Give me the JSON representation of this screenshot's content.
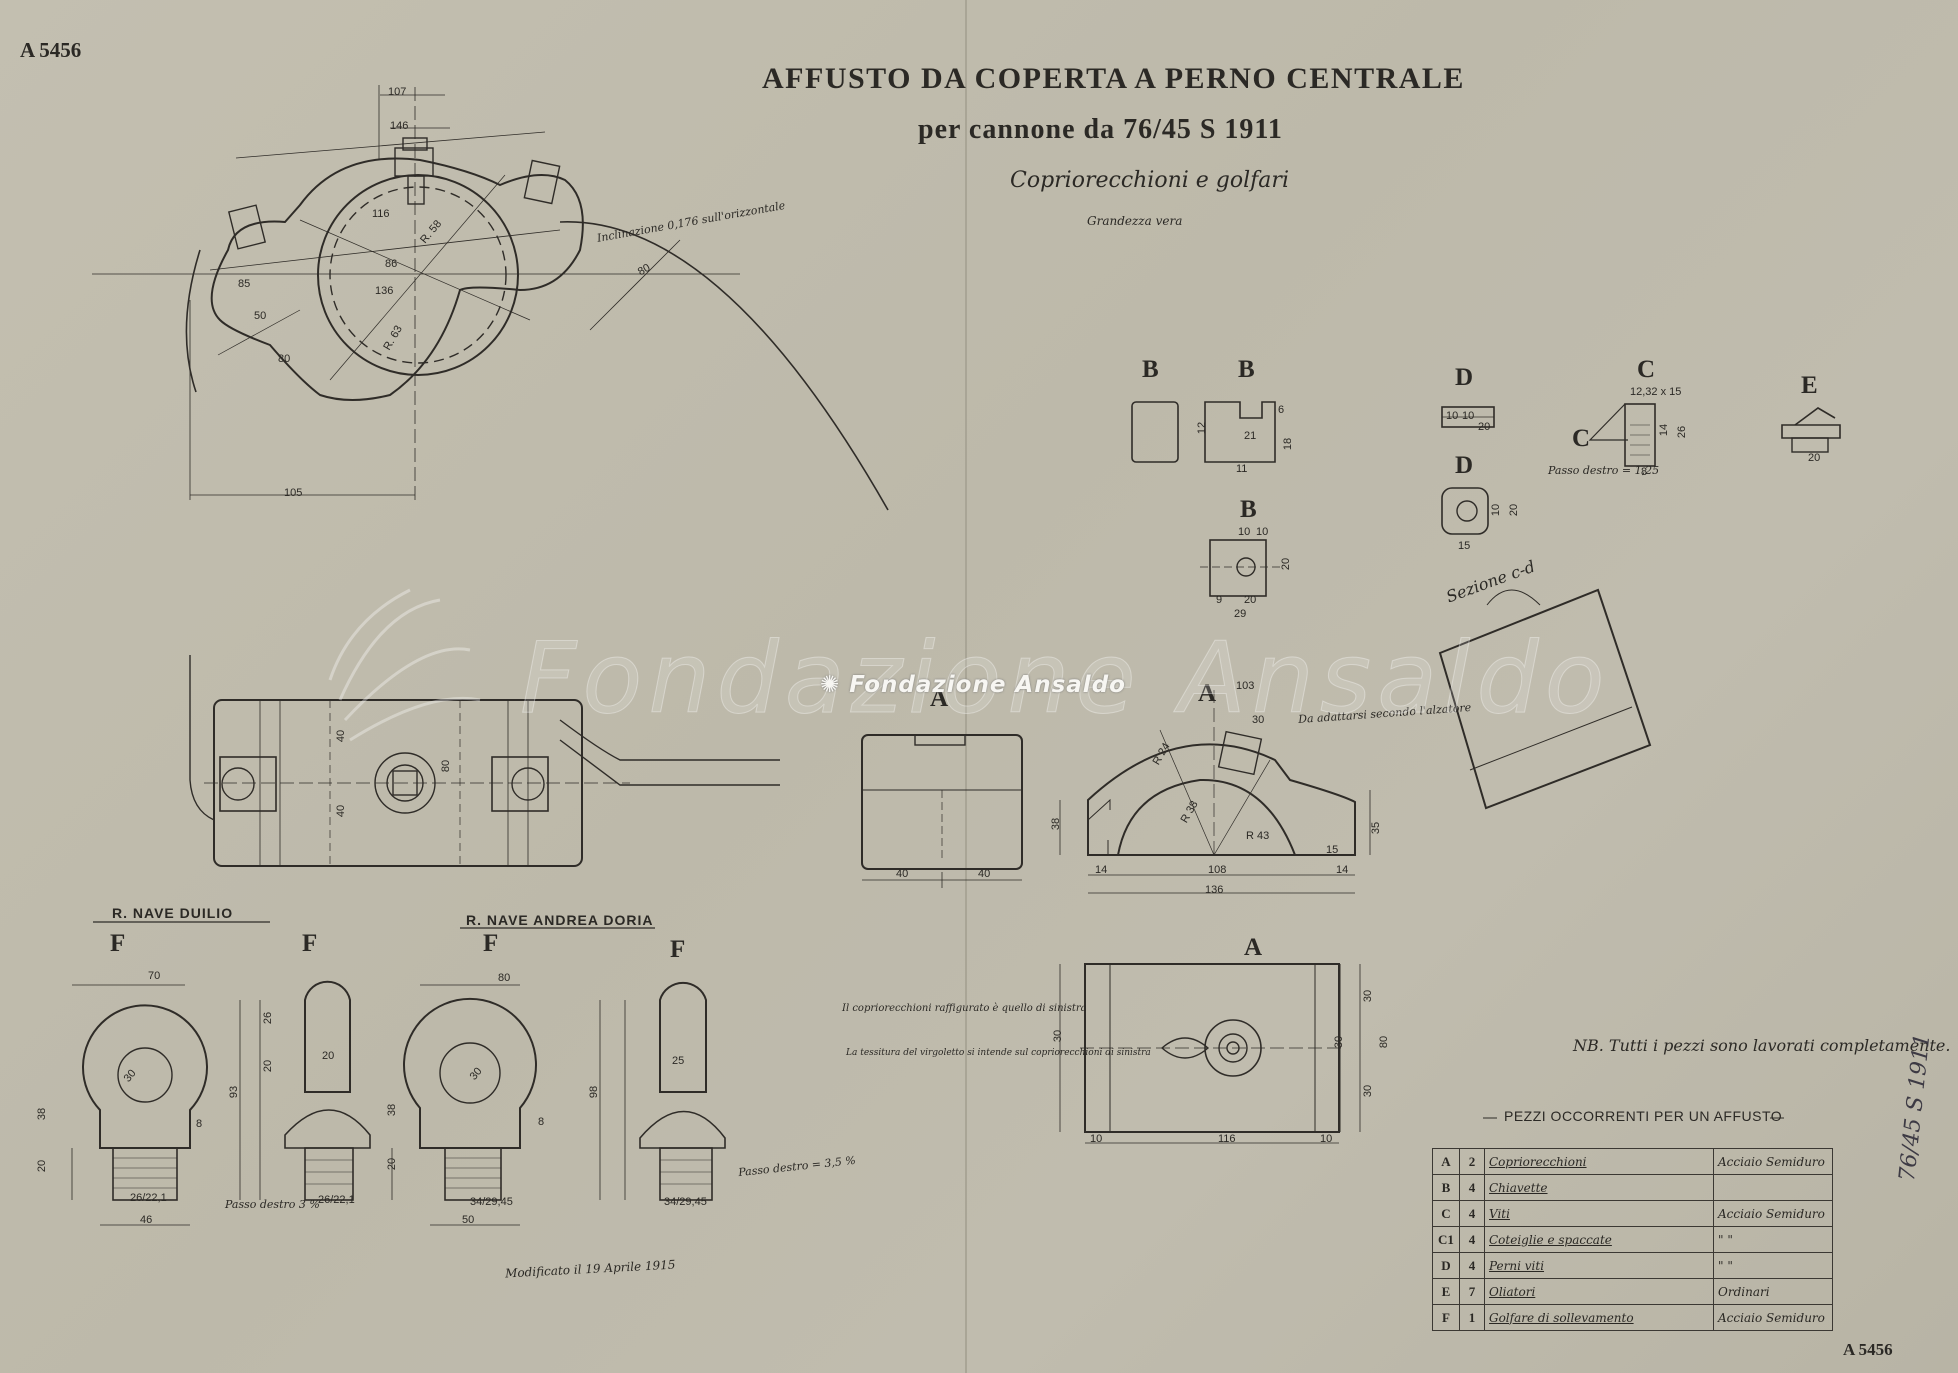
{
  "sheet": {
    "id_top": "A 5456",
    "id_bottom": "A 5456",
    "title": "AFFUSTO DA  COPERTA A PERNO CENTRALE",
    "subtitle_line": "per cannone  da  76/45  S 1911",
    "section_title": "Copriorecchioni e golfari",
    "scale_note": "Grandezza vera"
  },
  "watermark": {
    "label": "Fondazione Ansaldo"
  },
  "views": {
    "b1": "B",
    "b2": "B",
    "b3": "B",
    "d1": "D",
    "d2": "D",
    "c": "C",
    "c1": "C",
    "e": "E",
    "a1": "A",
    "a2": "A",
    "a3": "A",
    "f1": "F",
    "f2": "F",
    "f3": "F",
    "f4": "F",
    "section_cd": "Sezione c-d"
  },
  "ships": {
    "duilio": "R. NAVE  DUILIO",
    "doria": "R. NAVE  ANDREA  DORIA"
  },
  "dimensions": {
    "top": [
      "107",
      "146",
      "116",
      "R. 58",
      "86",
      "136",
      "R. 63",
      "85",
      "50",
      "80",
      "105",
      "80"
    ],
    "incline": "Inclinazione 0,176 sull'orizzontale",
    "plan": [
      "40",
      "40",
      "80"
    ],
    "a_front": [
      "40",
      "40"
    ],
    "a_section": [
      "103",
      "30",
      "R 24",
      "R 38",
      "R 43",
      "38",
      "35",
      "15",
      "14",
      "108",
      "14",
      "136"
    ],
    "a_plan": [
      "30",
      "30",
      "80",
      "10",
      "116",
      "10",
      "30",
      "30"
    ],
    "b_views": [
      "12",
      "21",
      "6",
      "18",
      "11",
      "10",
      "10",
      "20",
      "9",
      "20",
      "29"
    ],
    "d_views": [
      "10",
      "10",
      "20",
      "10",
      "20",
      "15"
    ],
    "c_view": "12,32 x 15",
    "c_dims": [
      "14",
      "26",
      "8"
    ],
    "e_view": "20",
    "f_duilio": [
      "70",
      "30",
      "38",
      "20",
      "93",
      "20",
      "26",
      "20",
      "26/22,1",
      "46",
      "26/22,1",
      "8"
    ],
    "f_doria": [
      "80",
      "30",
      "38",
      "20",
      "98",
      "25",
      "34/29,45",
      "50",
      "34/29,45",
      "8"
    ]
  },
  "notes": {
    "pitch_c": "Passo destro = 1,25",
    "pitch_f1": "Passo destro 3 %",
    "pitch_f2": "Passo destro = 3,5 %",
    "align": "Da adattarsi secondo l'alzatore",
    "note1": "Il copriorecchioni raffigurato è quello di sinistra",
    "note2": "La tessitura del virgoletto si intende sul copriorecchioni di sinistra",
    "nb": "NB. Tutti i pezzi sono lavorati completamente.",
    "modified": "Modificato il 19 Aprile 1915",
    "side": "76/45 S 1911"
  },
  "parts_table": {
    "title": "PEZZI OCCORRENTI PER UN AFFUSTO",
    "rows": [
      {
        "key": "A",
        "qty": "2",
        "desc": "Copriorecchioni",
        "material": "Acciaio Semiduro"
      },
      {
        "key": "B",
        "qty": "4",
        "desc": "Chiavette",
        "material": ""
      },
      {
        "key": "C",
        "qty": "4",
        "desc": "Viti",
        "material": "Acciaio Semiduro"
      },
      {
        "key": "C1",
        "qty": "4",
        "desc": "Coteiglie e spaccate",
        "material": "\"   \""
      },
      {
        "key": "D",
        "qty": "4",
        "desc": "Perni viti",
        "material": "\"   \""
      },
      {
        "key": "E",
        "qty": "7",
        "desc": "Oliatori",
        "material": "Ordinari"
      },
      {
        "key": "F",
        "qty": "1",
        "desc": "Golfare di sollevamento",
        "material": "Acciaio Semiduro"
      }
    ]
  },
  "colors": {
    "paper": "#c0bcad",
    "ink": "#2b2925",
    "watermark": "#f7f6f2"
  }
}
